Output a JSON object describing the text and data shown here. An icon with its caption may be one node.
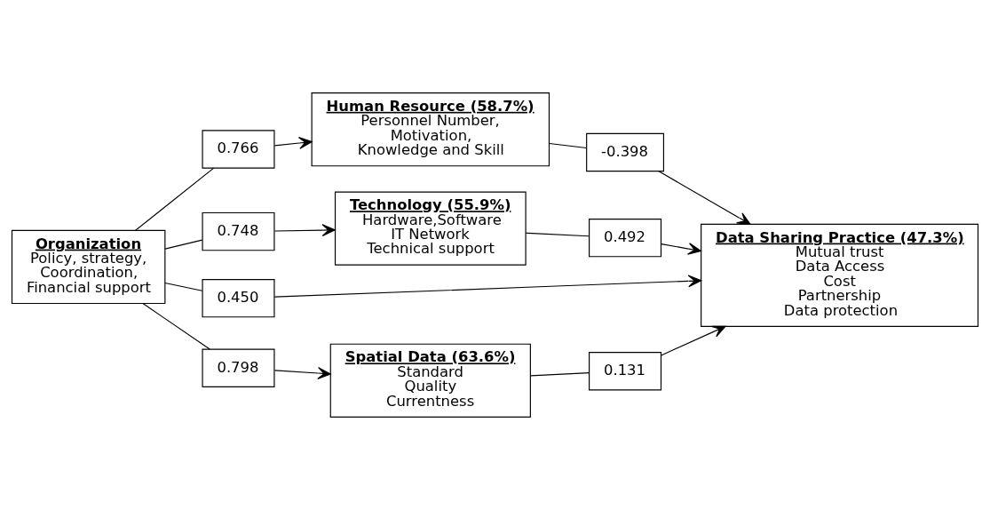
{
  "diagram": {
    "nodes": [
      {
        "text": [
          "Organization",
          "Policy, strategy,",
          "Coordination,",
          "Financial support"
        ]
      },
      {
        "text": [
          "Human Resource (58.7%)",
          "Personnel Number,",
          "Motivation,",
          "Knowledge and Skill"
        ]
      },
      {
        "text": [
          "Technology (55.9%)",
          "Hardware,Software",
          "IT Network",
          "Technical support"
        ]
      },
      {
        "text": [
          "Spatial Data (63.6%)",
          "Standard",
          "Quality",
          "Currentness"
        ]
      },
      {
        "text": [
          "Data Sharing Practice (47.3%)",
          "Mutual trust",
          "Data Access",
          "Cost",
          "Partnership",
          "Data protection"
        ]
      },
      {
        "text": [
          "0.766"
        ]
      },
      {
        "text": [
          "0.748"
        ]
      },
      {
        "text": [
          "0.450"
        ]
      },
      {
        "text": [
          "0.798"
        ]
      },
      {
        "text": [
          "-0.398"
        ]
      },
      {
        "text": [
          "0.492"
        ]
      },
      {
        "text": [
          "0.131"
        ]
      }
    ],
    "edges": [
      {
        "from": 0,
        "to": 5,
        "arrow": "none"
      },
      {
        "from": 5,
        "to": 1,
        "arrow": "to"
      },
      {
        "from": 0,
        "to": 6,
        "arrow": "none"
      },
      {
        "from": 6,
        "to": 2,
        "arrow": "to"
      },
      {
        "from": 0,
        "to": 7,
        "arrow": "none"
      },
      {
        "from": 7,
        "to": 4,
        "arrow": "to"
      },
      {
        "from": 0,
        "to": 8,
        "arrow": "none"
      },
      {
        "from": 8,
        "to": 3,
        "arrow": "to"
      },
      {
        "from": 1,
        "to": 9,
        "arrow": "none"
      },
      {
        "from": 9,
        "to": 4,
        "arrow": "to"
      },
      {
        "from": 2,
        "to": 10,
        "arrow": "none"
      },
      {
        "from": 10,
        "to": 4,
        "arrow": "to"
      },
      {
        "from": 3,
        "to": 11,
        "arrow": "none"
      },
      {
        "from": 11,
        "to": 4,
        "arrow": "to"
      }
    ]
  }
}
